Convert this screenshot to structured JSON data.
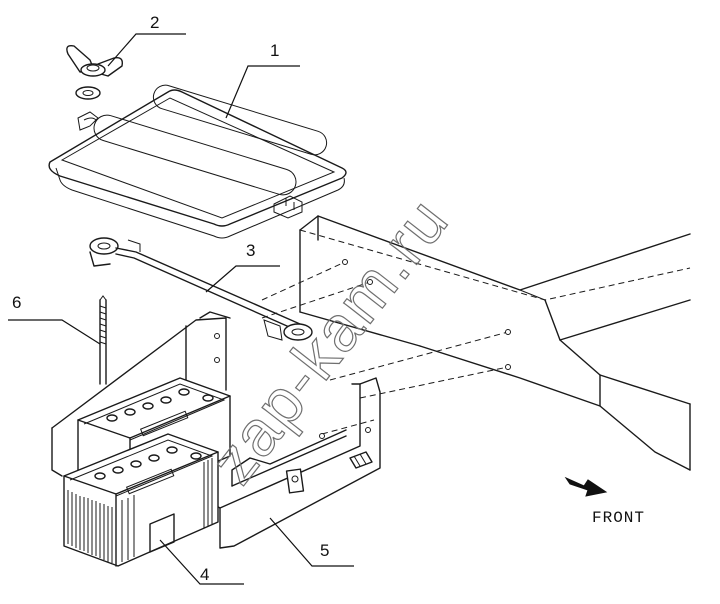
{
  "callouts": [
    {
      "id": "1",
      "label": "1"
    },
    {
      "id": "2",
      "label": "2"
    },
    {
      "id": "3",
      "label": "3"
    },
    {
      "id": "4",
      "label": "4"
    },
    {
      "id": "5",
      "label": "5"
    },
    {
      "id": "6",
      "label": "6"
    }
  ],
  "direction_label": "FRONT",
  "watermark": "zap-kam.ru"
}
